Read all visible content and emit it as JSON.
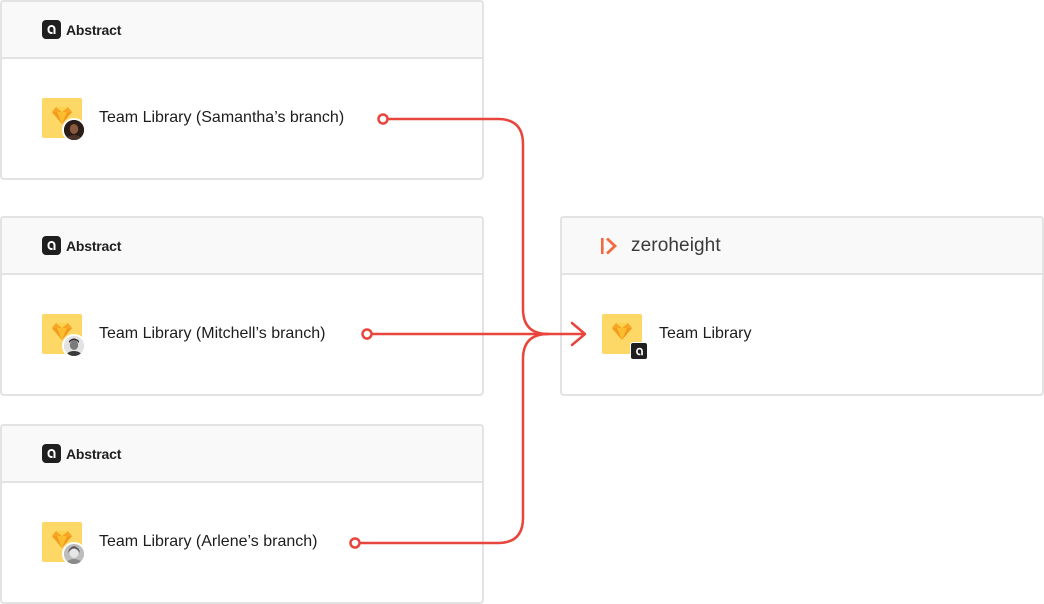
{
  "sources": [
    {
      "brand": "Abstract",
      "label": "Team Library (Samantha’s branch)",
      "avatar": "avatar-samantha"
    },
    {
      "brand": "Abstract",
      "label": "Team Library (Mitchell’s branch)",
      "avatar": "avatar-mitchell"
    },
    {
      "brand": "Abstract",
      "label": "Team Library (Arlene’s branch)",
      "avatar": "avatar-arlene"
    }
  ],
  "target": {
    "brand": "zeroheight",
    "label": "Team Library"
  },
  "colors": {
    "connector": "#e8453c",
    "file_icon_bg": "#fdd866",
    "gem": "#f6a623",
    "zeroheight_accent": "#f26a3d",
    "border": "#e3e3e3",
    "header_bg": "#f9f9f9"
  },
  "icons": {
    "abstract": "abstract-logo-icon",
    "sketch": "sketch-gem-icon",
    "zeroheight": "zeroheight-logo-icon"
  }
}
